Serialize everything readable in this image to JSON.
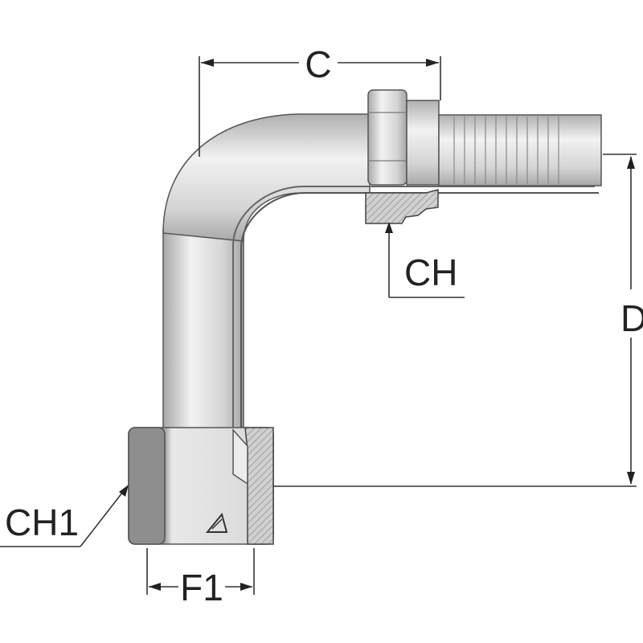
{
  "diagram": {
    "labels": {
      "c": "C",
      "ch": "CH",
      "d": "D",
      "ch1": "CH1",
      "f1": "F1"
    },
    "colors": {
      "background": "#ffffff",
      "fitting_body": "#d9d9d9",
      "fitting_highlight": "#f0f0f0",
      "fitting_shadow": "#9a9a9a",
      "section_hatch": "#b5b5b5",
      "nut_dark": "#8c8c8c",
      "line": "#333333"
    }
  }
}
